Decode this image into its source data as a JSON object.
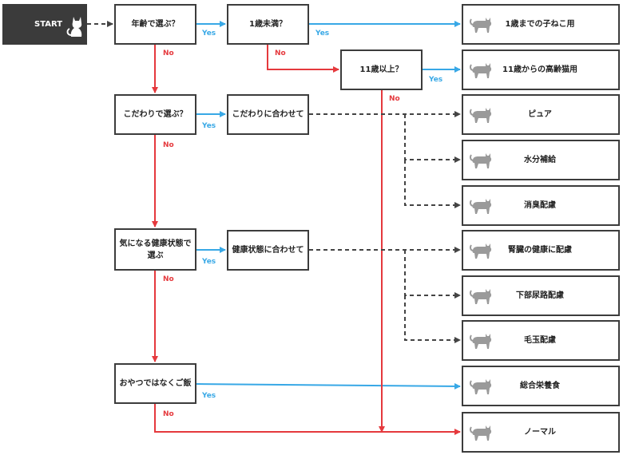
{
  "colors": {
    "yes": "#38a8e6",
    "no": "#e5393d",
    "dashed": "#444444",
    "border": "#3c3c3c",
    "start_fill": "#3b3b3b",
    "cat_icon": "#9a9a9a"
  },
  "icons": {
    "start": "cat-icon",
    "result": "cat-icon"
  },
  "nodes": {
    "start": "START",
    "q_age": "年齢で選ぶ？",
    "q_under1": "1歳未満？",
    "q_over11": "11歳以上？",
    "q_kodawari": "こだわりで選ぶ？",
    "a_kodawari": "こだわりに合わせて",
    "q_health": "気になる健康状態で選ぶ",
    "a_health": "健康状態に合わせて",
    "q_snack": "おやつではなくご飯"
  },
  "results": [
    "1歳までの子ねこ用",
    "11歳からの高齢猫用",
    "ピュア",
    "水分補給",
    "消臭配慮",
    "腎臓の健康に配慮",
    "下部尿路配慮",
    "毛玉配慮",
    "総合栄養食",
    "ノーマル"
  ],
  "labels": {
    "yes": "Yes",
    "no": "No"
  }
}
